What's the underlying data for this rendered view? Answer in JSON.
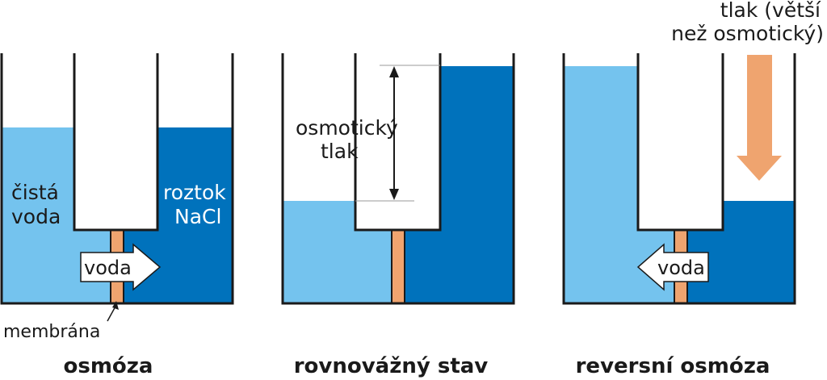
{
  "colors": {
    "pure_water": "#74C3EE",
    "salt_solution": "#0072BC",
    "membrane": "#EFA46F",
    "pressure_arrow": "#EFA46F",
    "outline": "#1a1a1a",
    "text_dark": "#1a1a1a",
    "text_light": "#ffffff"
  },
  "panels": [
    {
      "title": "osmóza",
      "left_label_line1": "čistá",
      "left_label_line2": "voda",
      "right_label_line1": "roztok",
      "right_label_line2": "NaCl",
      "flow_label": "voda",
      "flow_direction": "right",
      "membrane_label": "membrána"
    },
    {
      "title": "rovnovážný stav",
      "pressure_label_line1": "osmotický",
      "pressure_label_line2": "tlak"
    },
    {
      "title": "reversní osmóza",
      "flow_label": "voda",
      "flow_direction": "left",
      "applied_pressure_line1": "tlak (větší",
      "applied_pressure_line2": "než osmotický)"
    }
  ]
}
